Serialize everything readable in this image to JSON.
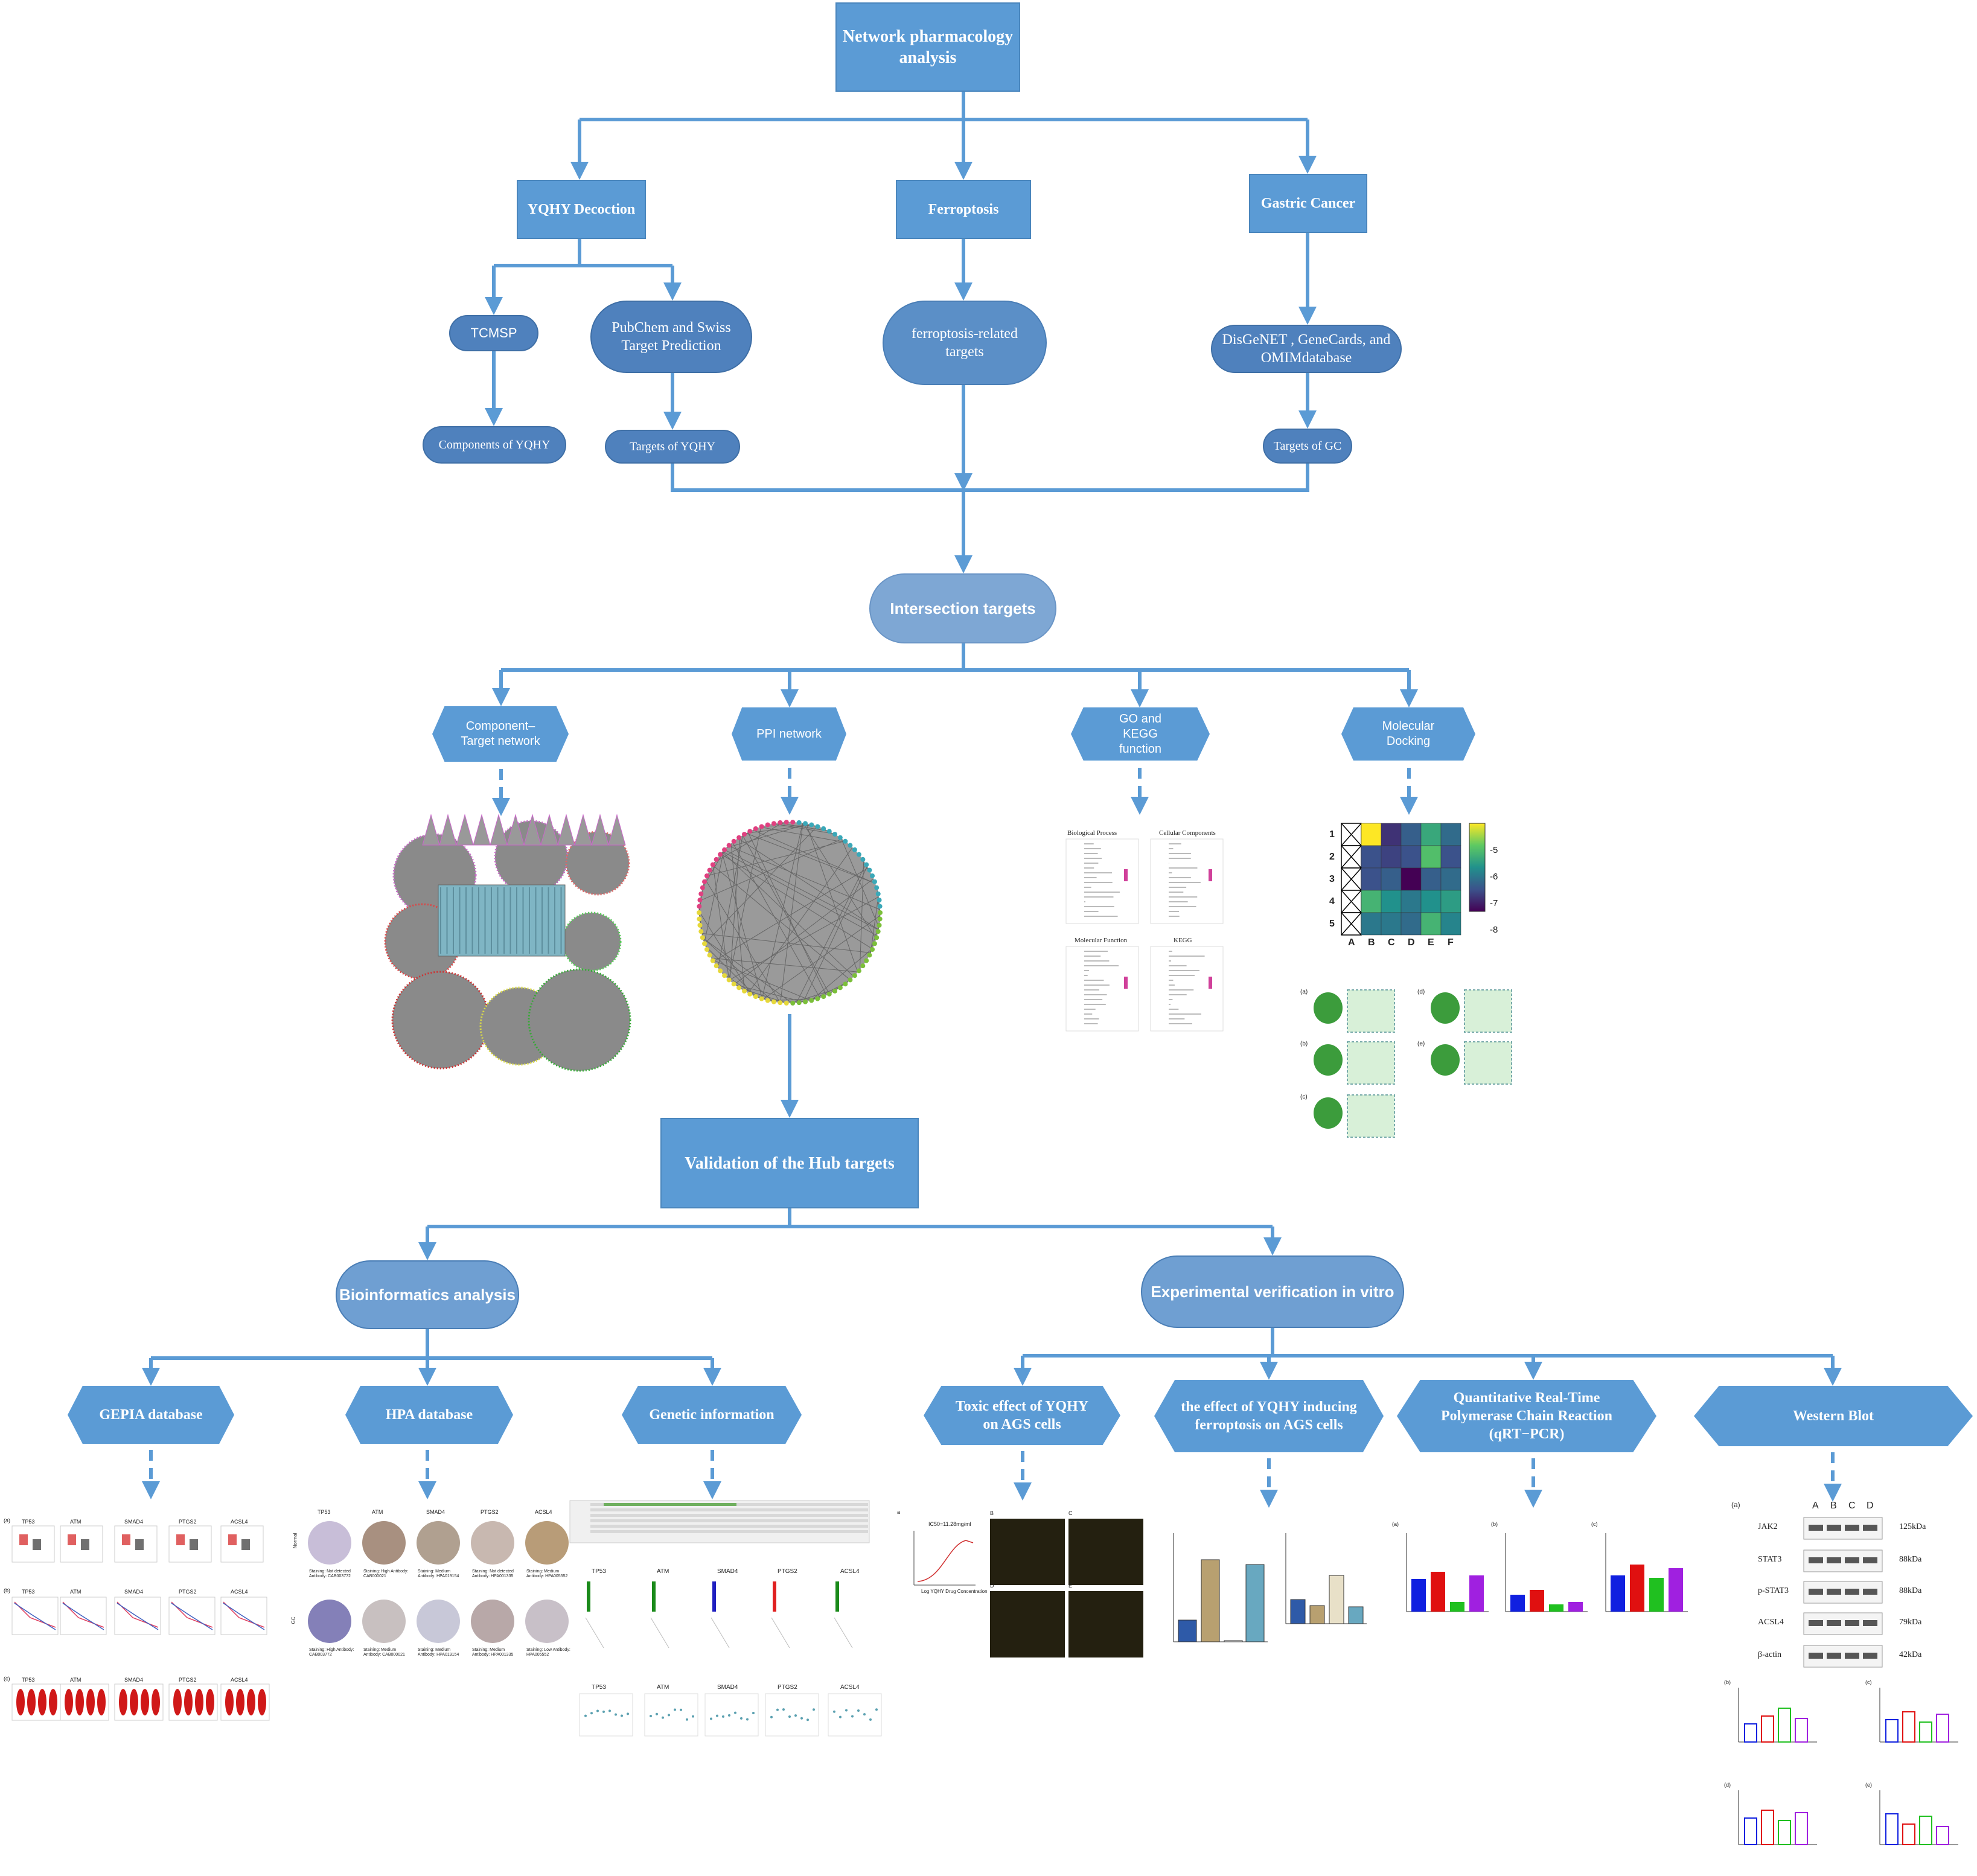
{
  "top": {
    "title": "Network pharmacology analysis"
  },
  "branches": {
    "yqhy": "YQHY Decoction",
    "ferroptosis": "Ferroptosis",
    "gastric": "Gastric Cancer"
  },
  "sources": {
    "tcmsp": "TCMSP",
    "pubchem": "PubChem  and Swiss Target Prediction",
    "ferro_targets": "ferroptosis-related targets",
    "disgenet": "DisGeNET , GeneCards, and OMIMdatabase"
  },
  "outputs": {
    "components": "Components of YQHY",
    "targets_yqhy": "Targets of YQHY",
    "targets_gc": "Targets of GC"
  },
  "intersection": "Intersection targets",
  "analyses": {
    "component_target": "Component– Target network",
    "ppi": "PPI network",
    "go_kegg": "GO and KEGG function",
    "docking": "Molecular Docking"
  },
  "go_panels": [
    "Biological Process",
    "Cellular Components",
    "Molecular Function",
    "KEGG"
  ],
  "heatmap": {
    "rows": [
      "1",
      "2",
      "3",
      "4",
      "5"
    ],
    "cols": [
      "A",
      "B",
      "C",
      "D",
      "E",
      "F"
    ],
    "colorbar": [
      "-5",
      "-6",
      "-7",
      "-8"
    ],
    "values": [
      [
        null,
        -4.6,
        -8.0,
        -7.4,
        -6.2,
        -7.2
      ],
      [
        null,
        -7.6,
        -7.8,
        -7.6,
        -5.8,
        -7.6
      ],
      [
        null,
        -7.6,
        -7.4,
        -8.6,
        -7.4,
        -7.2
      ],
      [
        null,
        -6.0,
        -6.6,
        -7.0,
        -6.6,
        -6.4
      ],
      [
        null,
        -7.0,
        -7.0,
        -7.2,
        -6.0,
        -6.8
      ]
    ]
  },
  "docking_labels": [
    "(a)",
    "(b)",
    "(c)",
    "(d)",
    "(e)"
  ],
  "validation": "Validation of the Hub targets",
  "bioinfo": "Bioinformatics analysis",
  "experimental": "Experimental verification in vitro",
  "bio_methods": {
    "gepia": "GEPIA database",
    "hpa": "HPA database",
    "genetic": "Genetic information"
  },
  "exp_methods": {
    "toxic": "Toxic effect of YQHY on AGS cells",
    "effect": "the effect of YQHY inducing ferroptosis on AGS cells",
    "qrt": "Quantitative Real-Time Polymerase Chain Reaction (qRT−PCR)",
    "wb": "Western Blot"
  },
  "genes": [
    "TP53",
    "ATM",
    "SMAD4",
    "PTGS2",
    "ACSL4"
  ],
  "gepia_rows": [
    "(a)",
    "(b)",
    "(c)"
  ],
  "hpa_rows": [
    "Normal",
    "GC"
  ],
  "hpa_captions": {
    "normal": [
      "Staining: Not detected Antibody: CAB003772",
      "Staining: High Antibody: CAB000021",
      "Staining: Medium Antibody: HPA019154",
      "Staining: Not detected Antibody: HPA001335",
      "Staining: Medium Antibody: HPA005552"
    ],
    "gc": [
      "Staining: High Antibody: CAB003772",
      "Staining: Medium Antibody: CAB000021",
      "Staining: Medium Antibody: HPA019154",
      "Staining: Medium Antibody: HPA001335",
      "Staining: Low Antibody: HPA005552"
    ]
  },
  "ic50": {
    "label": "IC50=11.28mg/ml",
    "xlabel": "Log YQHY Drug Concentration"
  },
  "fluor_labels": [
    "A",
    "B",
    "C",
    "D",
    "E"
  ],
  "qpcr_labels": [
    "(a)",
    "(b)",
    "(c)"
  ],
  "wb": {
    "lanes": [
      "A",
      "B",
      "C",
      "D"
    ],
    "panel": "(a)",
    "bands": [
      "JAK2",
      "STAT3",
      "p-STAT3",
      "ACSL4",
      "β-actin"
    ],
    "sizes": [
      "125kDa",
      "88kDa",
      "88kDa",
      "79kDa",
      "42kDa"
    ],
    "charts": [
      "(b)",
      "(c)",
      "(d)",
      "(e)"
    ]
  }
}
